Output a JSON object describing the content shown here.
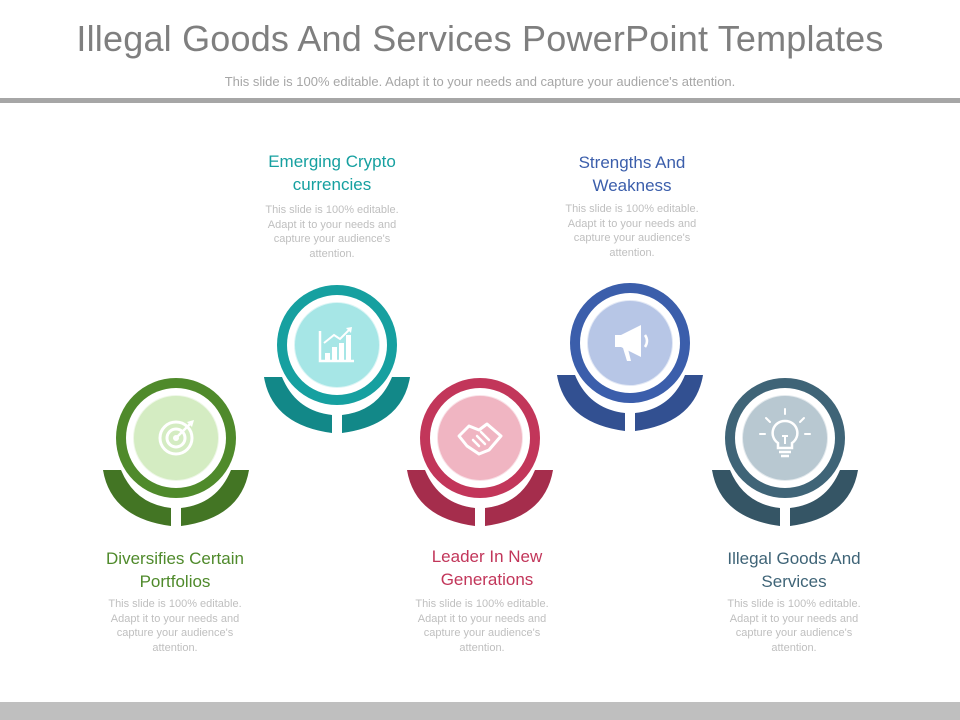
{
  "slide": {
    "title": "Illegal Goods And Services PowerPoint Templates",
    "subtitle": "This slide is 100% editable. Adapt it to your needs and capture your audience's attention."
  },
  "items": [
    {
      "heading": "Diversifies Certain Portfolios",
      "body": "This slide is 100% editable. Adapt it to your needs and capture your audience's attention.",
      "color": "#4f8a2b",
      "light": "#d4ecc2",
      "icon": "target-icon"
    },
    {
      "heading": "Emerging Crypto currencies",
      "body": "This slide is 100% editable. Adapt it to your needs and capture your audience's attention.",
      "color": "#16a0a0",
      "light": "#a6e6e6",
      "icon": "bar-chart-icon"
    },
    {
      "heading": "Leader In New Generations",
      "body": "This slide is 100% editable. Adapt it to your needs and capture your audience's attention.",
      "color": "#c2365a",
      "light": "#f0b5c2",
      "icon": "handshake-icon"
    },
    {
      "heading": "Strengths And Weakness",
      "body": "This slide is 100% editable. Adapt it to your needs and capture your audience's attention.",
      "color": "#3b5eab",
      "light": "#b7c6e6",
      "icon": "megaphone-icon"
    },
    {
      "heading": "Illegal Goods And Services",
      "body": "This slide is 100% editable. Adapt it to your needs and capture your audience's attention.",
      "color": "#3f6477",
      "light": "#b8c8d1",
      "icon": "lightbulb-icon"
    }
  ]
}
